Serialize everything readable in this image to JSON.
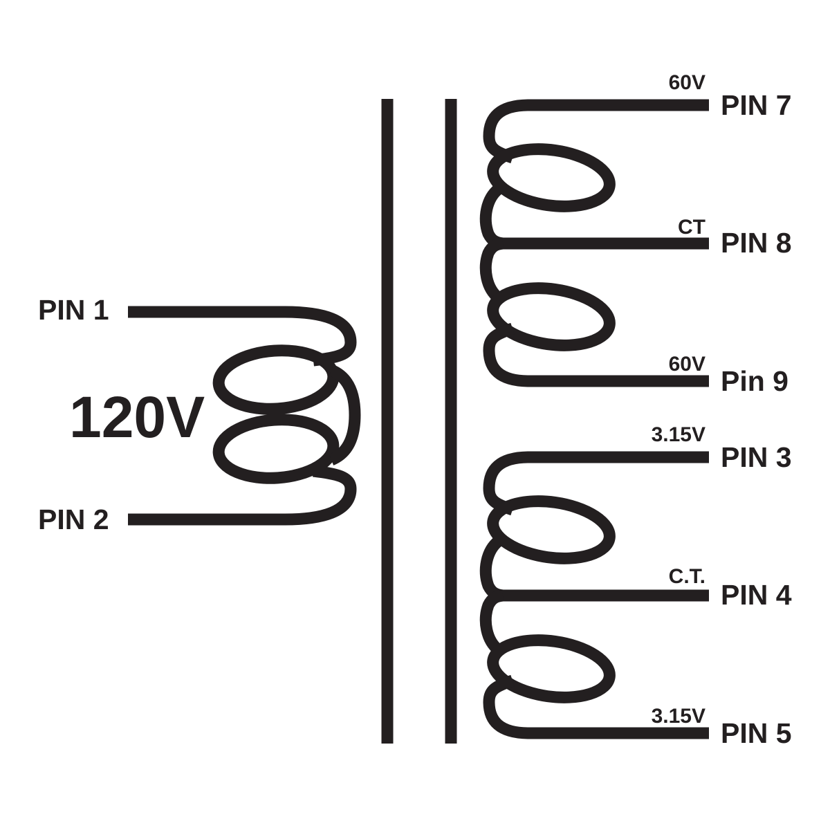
{
  "colors": {
    "ink": "#231f20",
    "background": "#ffffff"
  },
  "primary": {
    "pin1": "PIN 1",
    "pin2": "PIN 2",
    "voltage": "120V"
  },
  "secondary_top": {
    "label_top": "60V",
    "pin_top": "PIN 7",
    "label_mid": "CT",
    "pin_mid": "PIN 8",
    "label_bot": "60V",
    "pin_bot": "Pin 9"
  },
  "secondary_bottom": {
    "label_top": "3.15V",
    "pin_top": "PIN 3",
    "label_mid": "C.T.",
    "pin_mid": "PIN 4",
    "label_bot": "3.15V",
    "pin_bot": "PIN 5"
  }
}
